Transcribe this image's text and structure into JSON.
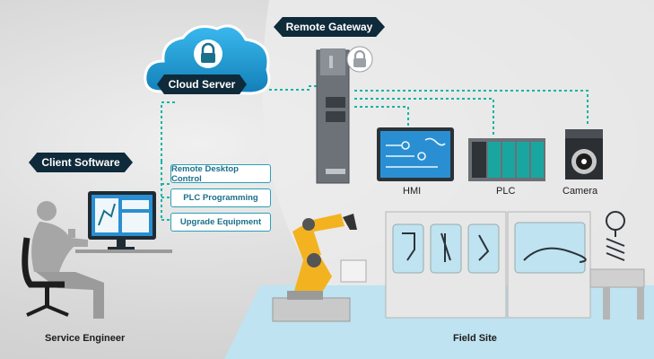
{
  "labels": {
    "cloud_server": "Cloud Server",
    "remote_gateway": "Remote Gateway",
    "client_software": "Client Software",
    "service_engineer": "Service Engineer",
    "field_site": "Field Site"
  },
  "functions": [
    "Remote Desktop Control",
    "PLC Programming",
    "Upgrade Equipment"
  ],
  "devices": [
    "HMI",
    "PLC",
    "Camera"
  ],
  "colors": {
    "link": "#18b3a6",
    "pill_dark": "#0f2a3a",
    "cloud": "#1a9fd6",
    "screen": "#2a8fd2",
    "robot": "#f3b320",
    "floor": "#bfe3f0"
  }
}
